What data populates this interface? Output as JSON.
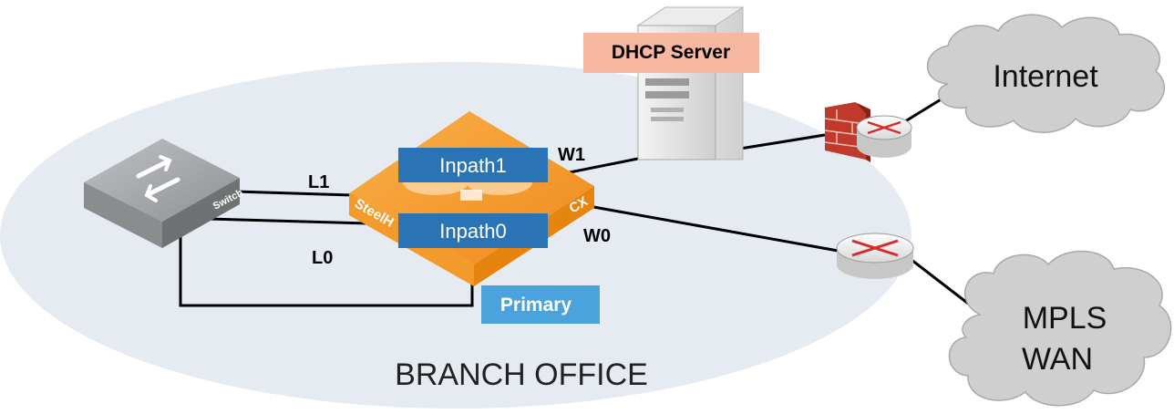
{
  "dhcp": {
    "label": "DHCP Server",
    "bg": "#f7b8a2"
  },
  "clouds": {
    "internet": {
      "label": "Internet"
    },
    "mpls": {
      "line1": "MPLS",
      "line2": "WAN"
    }
  },
  "steelhead": {
    "inpath1": "Inpath1",
    "inpath0": "Inpath0",
    "brand_text": "SteelH",
    "model_text": "CX",
    "primary": "Primary",
    "inpath_bg": "#2a74b5",
    "primary_bg": "#4aa3dc",
    "orange": "#f39a2c"
  },
  "switch": {
    "label": "Switch"
  },
  "links": {
    "l1": "L1",
    "l0": "L0",
    "w1": "W1",
    "w0": "W0"
  },
  "zone": {
    "label": "BRANCH OFFICE",
    "fill": "#e6ebf2"
  },
  "icons": {
    "switch": "switch-icon",
    "steelhead": "steelhead-appliance-icon",
    "server": "server-icon",
    "firewall": "firewall-icon",
    "router": "router-icon",
    "cloud": "cloud-icon"
  }
}
